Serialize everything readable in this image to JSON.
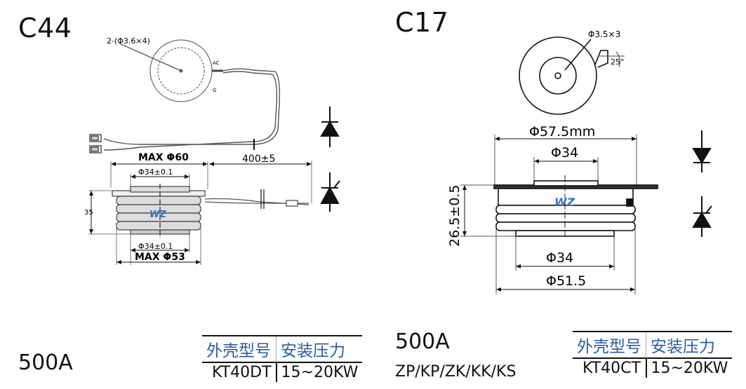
{
  "left": {
    "package_code": "C44",
    "current_rating": "500A",
    "dims": {
      "holes": "2-(Φ3.6×4)",
      "lead_ac": "AC",
      "lead_g": "G",
      "max_outer": "MAX  Φ60",
      "lead_length": "400±5",
      "top_contact": "Φ34±0.1",
      "height": "35",
      "bottom_contact": "Φ34±0.1",
      "max_base": "MAX  Φ53"
    },
    "table": {
      "headers": [
        "外壳型号",
        "安装压力"
      ],
      "row": [
        "KT40DT",
        "15~20KW"
      ]
    }
  },
  "right": {
    "package_code": "C17",
    "current_rating": "500A",
    "types": "ZP/KP/ZK/KK/KS",
    "dims": {
      "holes": "Φ3.5×3",
      "angle": "25°",
      "outer": "Φ57.5mm",
      "top_contact": "Φ34",
      "height": "26.5±0.5",
      "bottom_contact": "Φ34",
      "base": "Φ51.5"
    },
    "table": {
      "headers": [
        "外壳型号",
        "安装压力"
      ],
      "row": [
        "KT40CT",
        "15~20KW"
      ]
    }
  },
  "logo_text": "WZ"
}
